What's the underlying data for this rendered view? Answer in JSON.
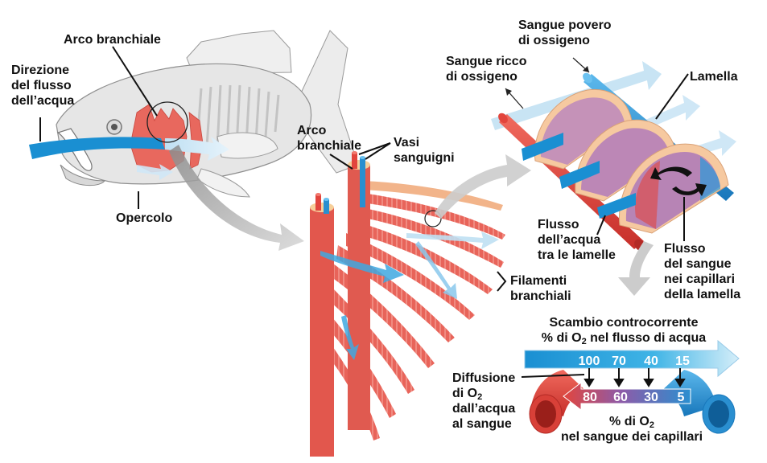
{
  "labels": {
    "arco_branchiale_fish": "Arco branchiale",
    "direzione": [
      "Direzione",
      "del flusso",
      "dell’acqua"
    ],
    "opercolo": "Opercolo",
    "arco_branchiale_mid": [
      "Arco",
      "branchiale"
    ],
    "vasi_sanguigni": [
      "Vasi",
      "sanguigni"
    ],
    "filamenti": [
      "Filamenti",
      "branchiali"
    ],
    "sangue_povero": [
      "Sangue povero",
      "di ossigeno"
    ],
    "sangue_ricco": [
      "Sangue ricco",
      "di ossigeno"
    ],
    "lamella": "Lamella",
    "flusso_acqua_lamelle": [
      "Flusso",
      "dell’acqua",
      "tra le lamelle"
    ],
    "flusso_sangue": [
      "Flusso",
      "del sangue",
      "nei capillari",
      "della lamella"
    ],
    "diffusione": [
      "Diffusione",
      "di O",
      "2",
      "dall’acqua",
      "al sangue"
    ]
  },
  "countercurrent": {
    "title": "Scambio controcorrente",
    "water_caption_prefix": "% di O",
    "water_caption_sub": "2",
    "water_caption_suffix": " nel flusso di acqua",
    "blood_caption_prefix": "% di O",
    "blood_caption_sub": "2",
    "blood_caption_line2": "nel sangue dei capillari",
    "water_values": [
      "100",
      "70",
      "40",
      "15"
    ],
    "blood_values": [
      "80",
      "60",
      "30",
      "5"
    ]
  },
  "colors": {
    "water_blue": "#1a9ad6",
    "water_light": "#bfe3f5",
    "blood_red": "#e0413a",
    "blood_blue": "#2a8fd0",
    "gill_red": "#e8695f",
    "fish_gray": "#e4e4e4",
    "arrow_gray": "#c8c8c8"
  }
}
